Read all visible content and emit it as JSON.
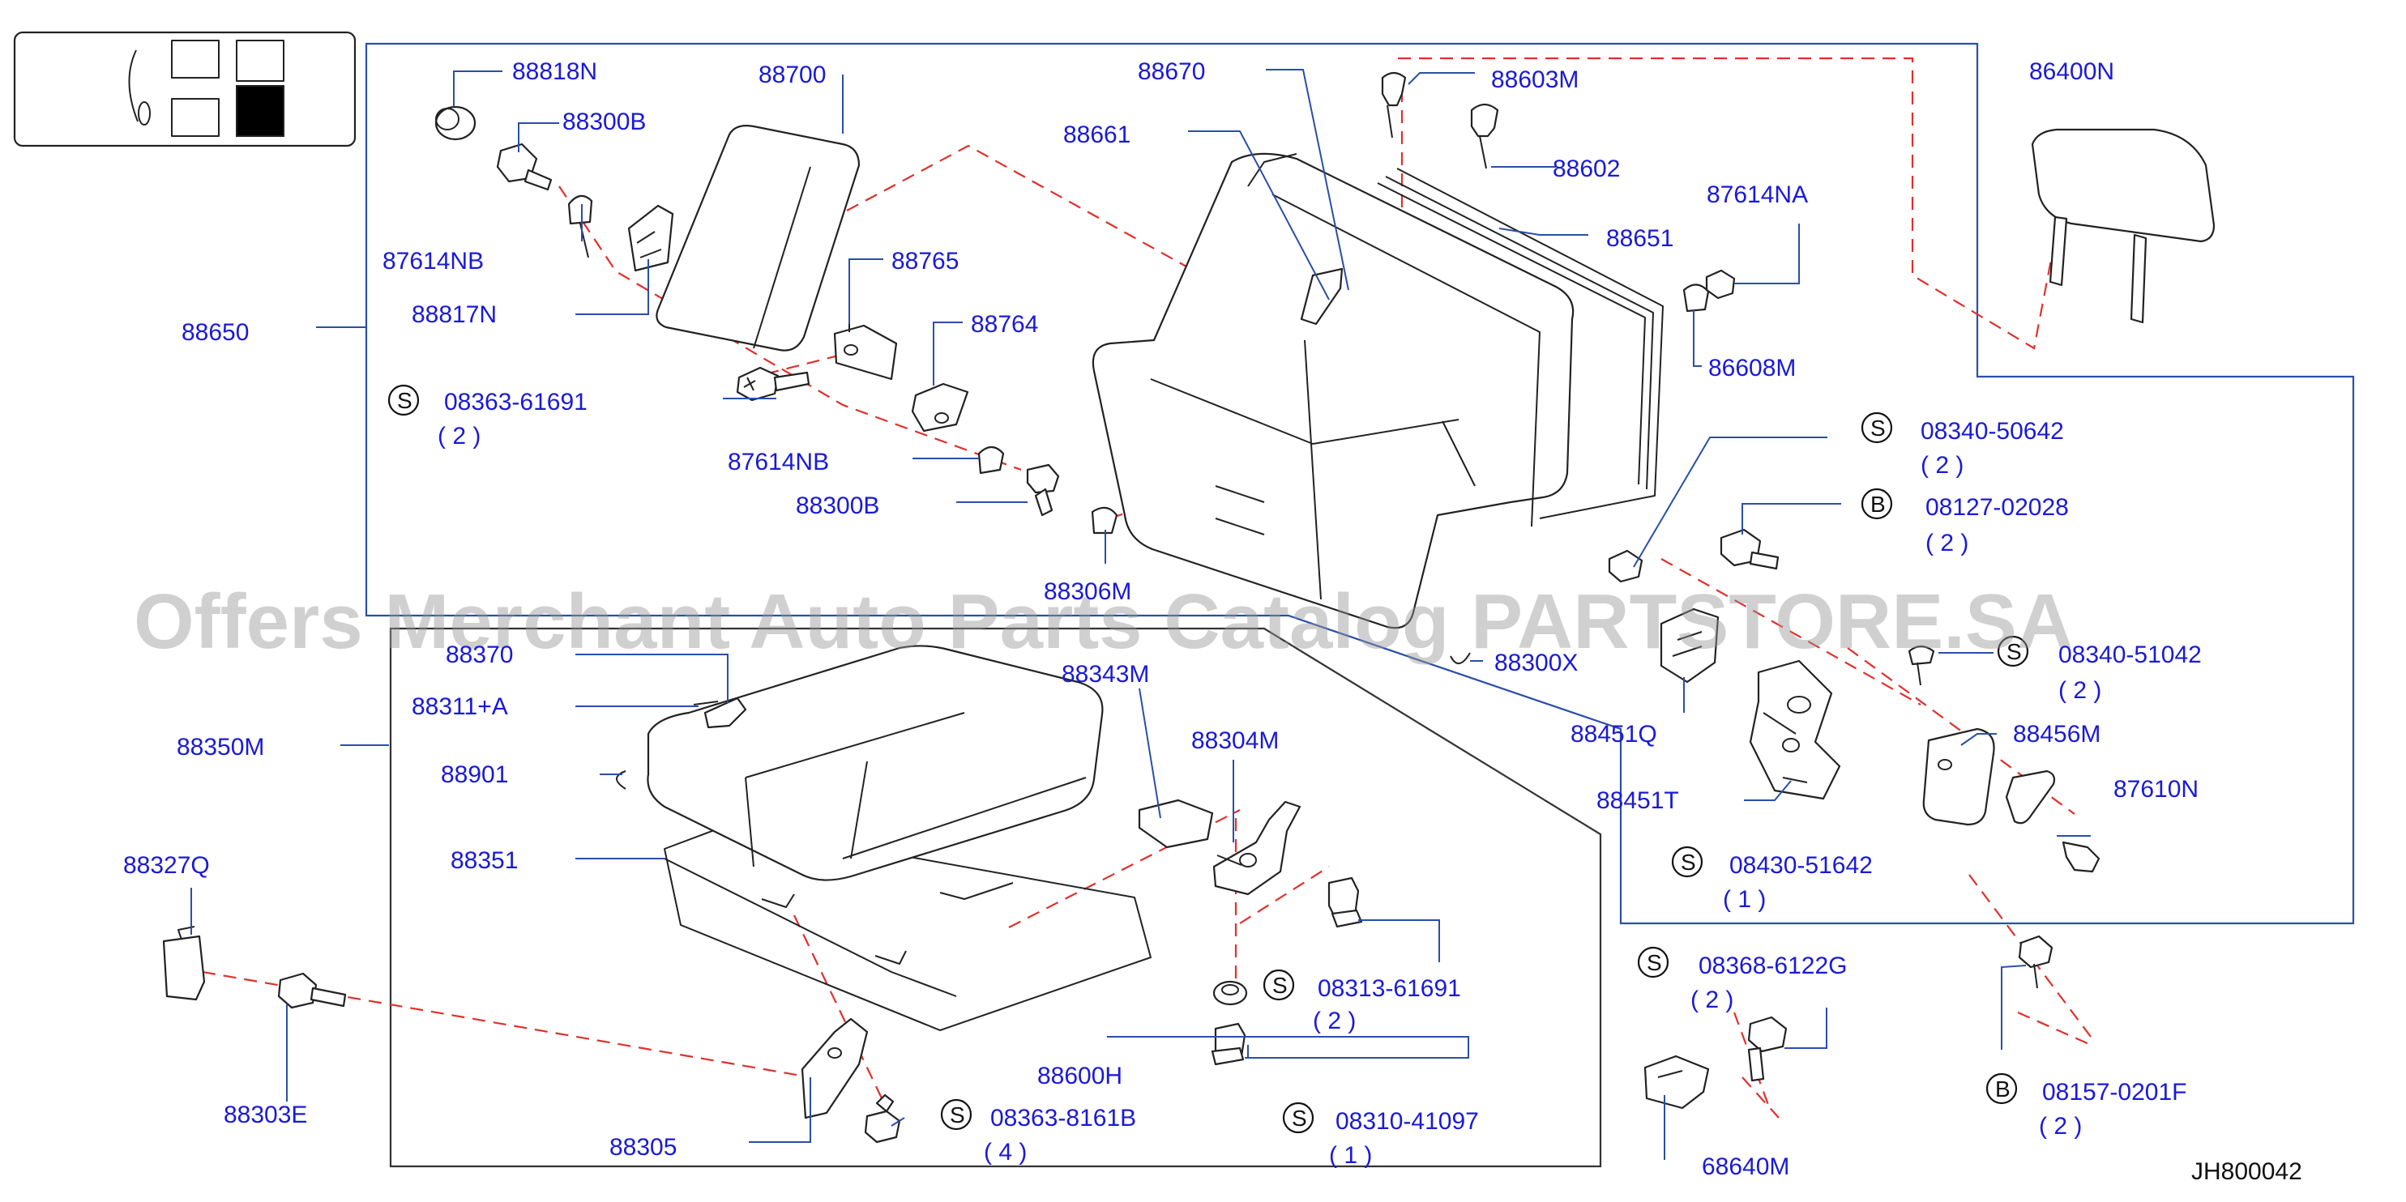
{
  "diagram_code": "JH800042",
  "watermark": "Offers Merchant Auto Parts Catalog PARTSTORE.SA",
  "legend_colors": {
    "leader": "#2a4fa8",
    "dash": "#e0302c",
    "label": "#1a1ad6"
  },
  "labels": {
    "p88818N": "88818N",
    "p88700": "88700",
    "p88300B_top": "88300B",
    "p87614NB_top": "87614NB",
    "p88817N": "88817N",
    "p88650": "88650",
    "p88765": "88765",
    "p88764": "88764",
    "p87614NB_mid": "87614NB",
    "p88300B_mid": "88300B",
    "p88306M": "88306M",
    "p88670": "88670",
    "p88661": "88661",
    "p88603M": "88603M",
    "p88602": "88602",
    "p87614NA": "87614NA",
    "p88651": "88651",
    "p86608M": "86608M",
    "p86400N": "86400N",
    "p88300X": "88300X",
    "p88451Q": "88451Q",
    "p88451T": "88451T",
    "p88456M": "88456M",
    "p87610N": "87610N",
    "p88370": "88370",
    "p88311A": "88311+A",
    "p88350M": "88350M",
    "p88901": "88901",
    "p88351": "88351",
    "p88343M": "88343M",
    "p88304M": "88304M",
    "p88327Q": "88327Q",
    "p88303E": "88303E",
    "p88305": "88305",
    "p88600H": "88600H",
    "p68640M": "68640M"
  },
  "fasteners": [
    {
      "symbol": "S",
      "code": "08363-61691",
      "qty": "( 2 )"
    },
    {
      "symbol": "S",
      "code": "08340-50642",
      "qty": "( 2 )"
    },
    {
      "symbol": "B",
      "code": "08127-02028",
      "qty": "( 2 )"
    },
    {
      "symbol": "S",
      "code": "08340-51042",
      "qty": "( 2 )"
    },
    {
      "symbol": "S",
      "code": "08430-51642",
      "qty": "( 1 )"
    },
    {
      "symbol": "S",
      "code": "08313-61691",
      "qty": "( 2 )"
    },
    {
      "symbol": "S",
      "code": "08368-6122G",
      "qty": "( 2 )"
    },
    {
      "symbol": "S",
      "code": "08363-8161B",
      "qty": "( 4 )"
    },
    {
      "symbol": "S",
      "code": "08310-41097",
      "qty": "( 1 )"
    },
    {
      "symbol": "B",
      "code": "08157-0201F",
      "qty": "( 2 )"
    }
  ]
}
